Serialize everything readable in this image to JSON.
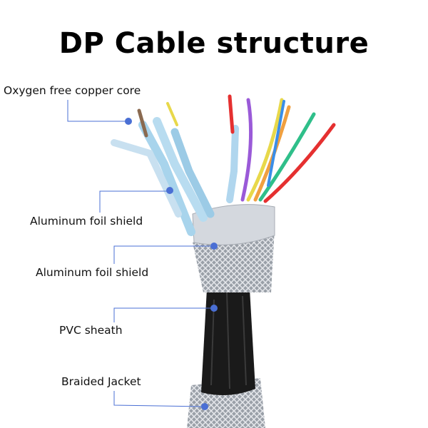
{
  "title": "DP Cable structure",
  "labels": [
    "Oxygen free copper core",
    "Aluminum foil shield",
    "Aluminum foil shield",
    "PVC sheath",
    "Braided Jacket"
  ],
  "colors": {
    "leader": "#4a6fd4",
    "sheath": "#1a1a1a",
    "foil": "#c8ccd2",
    "wire_red": "#e53030",
    "wire_green": "#2fbf8a",
    "wire_yellow": "#e8d84a",
    "wire_blue": "#3a8ee8",
    "wire_purple": "#9a5ad8",
    "wire_orange": "#f0a040"
  }
}
